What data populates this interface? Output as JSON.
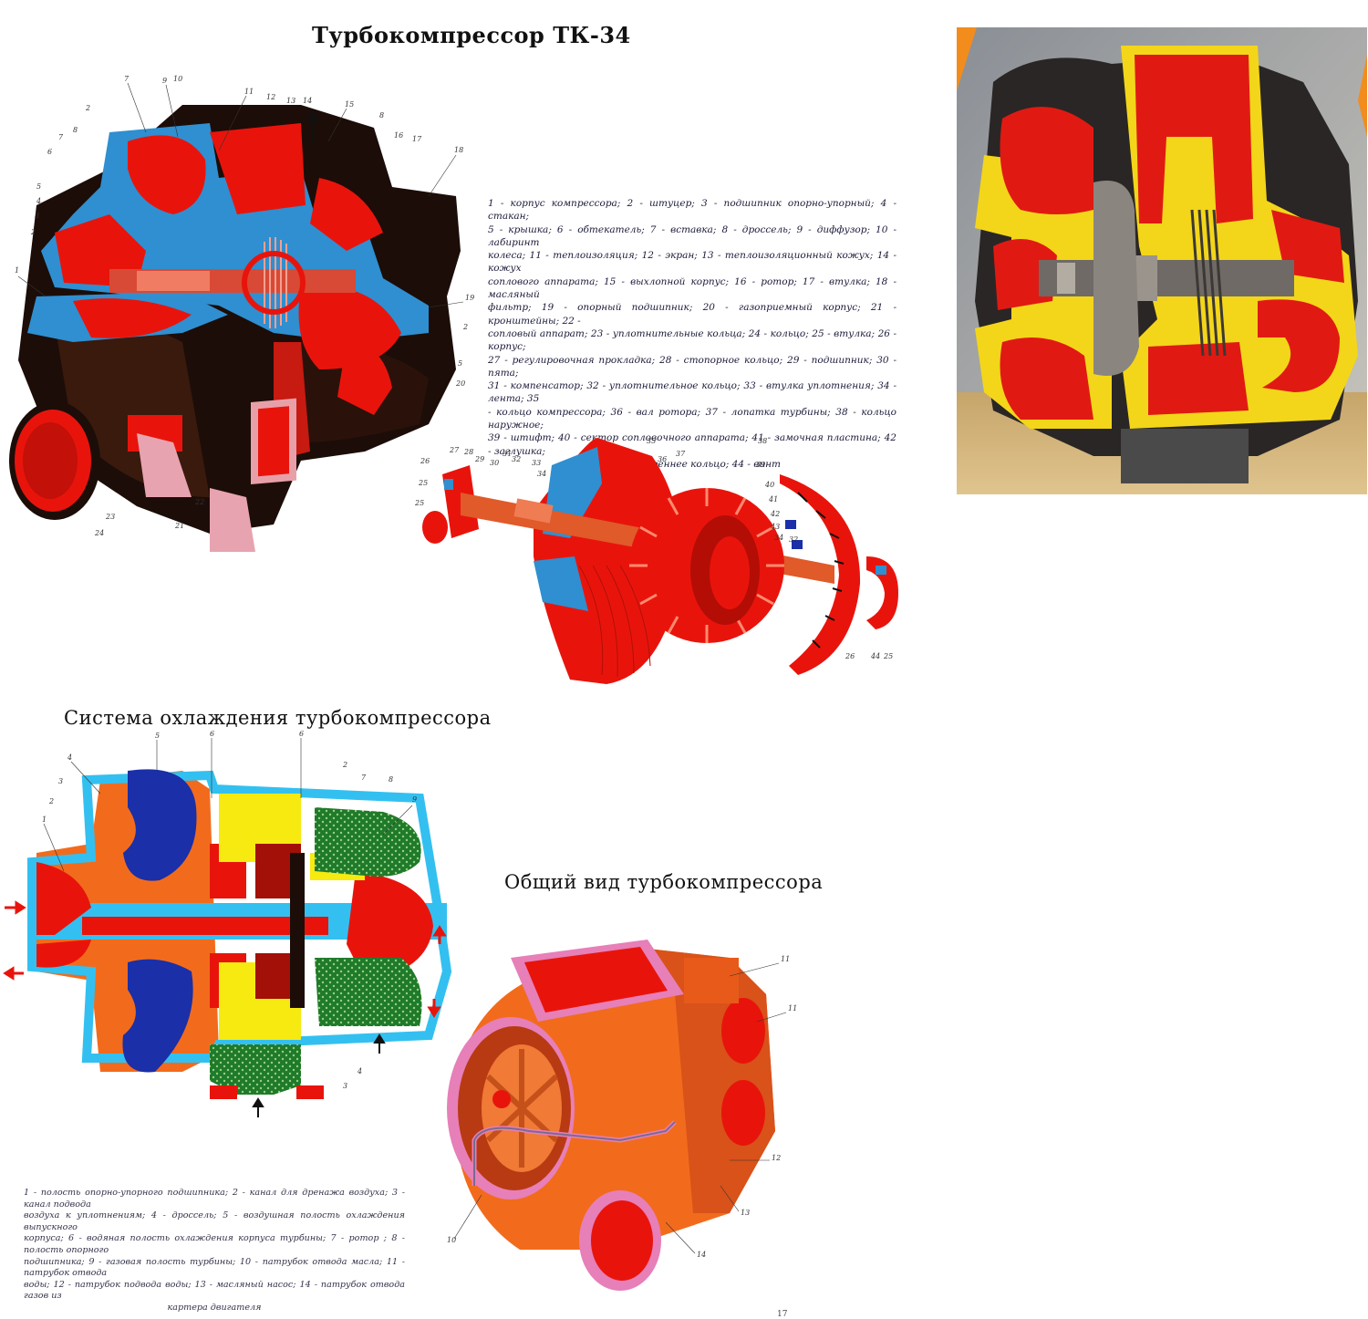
{
  "titles": {
    "tk34": "Турбокомпрессор ТК-34",
    "cooling": "Система охлаждения турбокомпрессора",
    "general": "Общий вид турбокомпрессора"
  },
  "legend_main": {
    "lines": [
      "1 - корпус компрессора; 2 - штуцер; 3 - подшипник опорно-упорный; 4 - стакан;",
      "5 - крышка; 6 - обтекатель; 7 - вставка; 8 - дроссель; 9 - диффузор; 10 - лабиринт",
      "колеса; 11 - теплоизоляция; 12 - экран; 13 - теплоизоляционный кожух; 14 - кожух",
      "соплового аппарата; 15 - выхлопной корпус; 16 - ротор; 17 - втулка; 18 - масляный",
      "фильтр; 19 - опорный подшипник; 20 - газоприемный корпус; 21 - кронштейны; 22 -",
      "сопловый аппарат; 23 - уплотнительные кольца; 24 - кольцо; 25 - втулка; 26 - корпус;",
      "27 - регулировочная прокладка; 28 - стопорное кольцо; 29 - подшипник; 30 - пята;",
      "31 - компенсатор; 32 - уплотнительное кольцо; 33 - втулка уплотнения; 34 - лента; 35",
      "- кольцо компрессора; 36 - вал ротора; 37 - лопатка турбины; 38 - кольцо наружное;",
      "39 - штифт; 40 - сектор сопловочного аппарата; 41 - замочная пластина; 42 - заглушка;",
      "43 - внутреннее кольцо; 44 - винт"
    ]
  },
  "legend_cooling": {
    "lines": [
      "1 - полость опорно-упорного подшипника; 2 - канал для дренажа воздуха; 3 - канал подвода",
      "воздуха к уплотнениям; 4 - дроссель; 5 - воздушная полость охлаждения выпускного",
      "корпуса; 6 - водяная полость охлаждения корпуса турбины; 7 - ротор ; 8 - полость опорного",
      "подшипника; 9 - газовая полость турбины; 10 - патрубок отвода масла; 11 - патрубок отвода",
      "воды; 12 - патрубок подвода воды; 13 - масляный насос; 14 - патрубок отвода газов из",
      "картера двигателя"
    ]
  },
  "callouts": {
    "tk34": [
      "7",
      "9",
      "10",
      "11",
      "12",
      "13",
      "14",
      "15",
      "2",
      "8",
      "8",
      "16",
      "17",
      "18",
      "7",
      "6",
      "5",
      "4",
      "3",
      "2",
      "1",
      "19",
      "2",
      "5",
      "20",
      "22",
      "21",
      "23",
      "24"
    ],
    "rotor": [
      "26",
      "27",
      "28",
      "29",
      "30",
      "31",
      "32",
      "25",
      "33",
      "34",
      "35",
      "36",
      "37",
      "38",
      "39",
      "40",
      "41",
      "42",
      "43",
      "34",
      "32",
      "26",
      "44",
      "25",
      "25"
    ],
    "cooling": [
      "5",
      "6",
      "6",
      "4",
      "3",
      "2",
      "1",
      "2",
      "7",
      "8",
      "9",
      "4",
      "3"
    ],
    "general": [
      "11",
      "11",
      "12",
      "13",
      "10",
      "14"
    ]
  },
  "page_number": "17",
  "colors": {
    "red": "#e8140c",
    "blue": "#2f8fd0",
    "black": "#1c0d08",
    "orange": "#f26b1c",
    "yellow": "#f6ea10",
    "green": "#1f7a2b",
    "navy": "#1a2fa8",
    "pink": "#e77fb8"
  }
}
